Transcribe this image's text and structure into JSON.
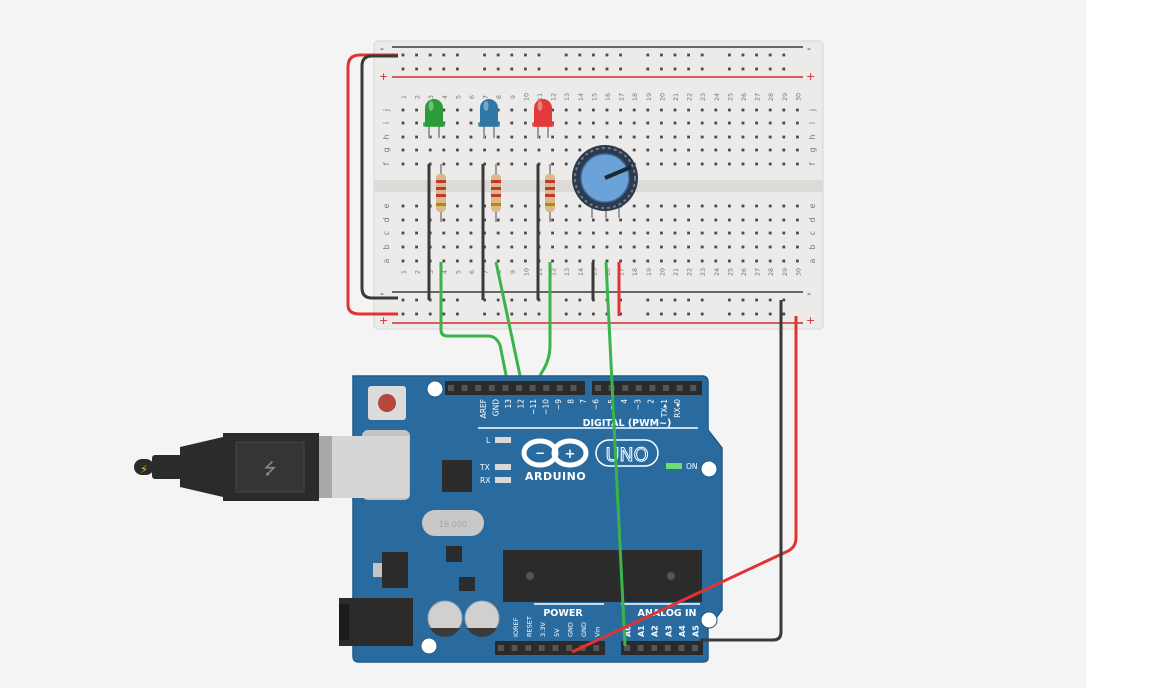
{
  "colors": {
    "canvas": "#f4f4f4",
    "breadboard": "#ecebe9",
    "board": "#2a6b9f",
    "wire_green": "#3cb34a",
    "wire_red": "#e03434",
    "wire_black": "#3a3a3a",
    "rail_red": "#d22c2c"
  },
  "breadboard": {
    "rail_minus": "-",
    "rail_plus": "+",
    "row_letters_top": [
      "j",
      "i",
      "h",
      "g",
      "f"
    ],
    "row_letters_bottom": [
      "e",
      "d",
      "c",
      "b",
      "a"
    ],
    "column_numbers": [
      "1",
      "2",
      "3",
      "4",
      "5",
      "6",
      "7",
      "8",
      "9",
      "10",
      "11",
      "12",
      "13",
      "14",
      "15",
      "16",
      "17",
      "18",
      "19",
      "20",
      "21",
      "22",
      "23",
      "24",
      "25",
      "26",
      "27",
      "28",
      "29",
      "30"
    ]
  },
  "components": {
    "leds": [
      {
        "name": "green-led",
        "color": "#2a9d3a"
      },
      {
        "name": "blue-led",
        "color": "#2f78a6"
      },
      {
        "name": "red-led",
        "color": "#e23a3a"
      }
    ],
    "potentiometer": {
      "knob_color": "#6ba3d8"
    }
  },
  "arduino": {
    "digital_pins": [
      "AREF",
      "GND",
      "13",
      "12",
      "~11",
      "~10",
      "~9",
      "8",
      "7",
      "~6",
      "~5",
      "4",
      "~3",
      "2",
      "TX▸1",
      "RX◂0"
    ],
    "digital_label": "DIGITAL (PWM~)",
    "logo_text": "ARDUINO",
    "model": "UNO",
    "led_l": "L",
    "led_tx": "TX",
    "led_rx": "RX",
    "led_on": "ON",
    "power_label": "POWER",
    "analog_label": "ANALOG IN",
    "power_pins": [
      "IOREF",
      "RESET",
      "3.3V",
      "5V",
      "GND",
      "GND",
      "Vin"
    ],
    "analog_pins": [
      "A0",
      "A1",
      "A2",
      "A3",
      "A4",
      "A5"
    ],
    "crystal_text": "16.000"
  }
}
